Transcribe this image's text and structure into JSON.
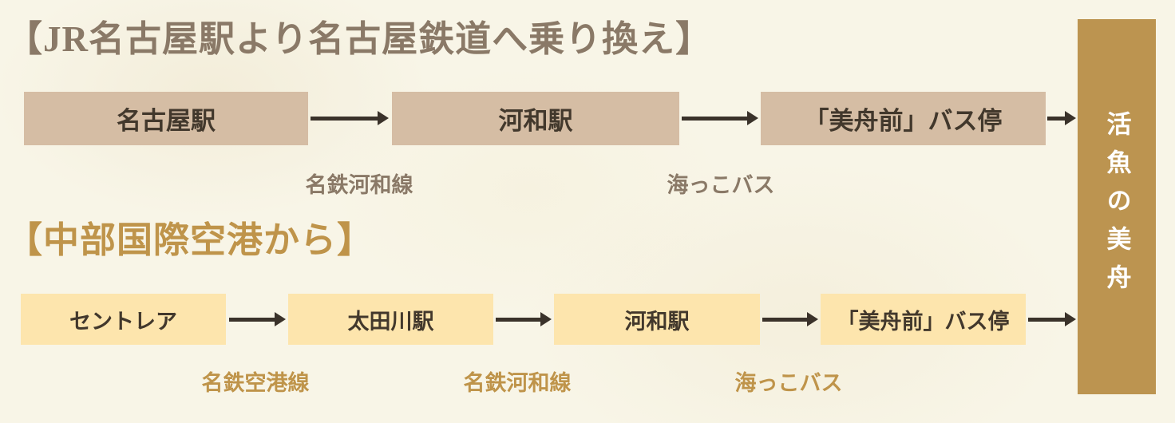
{
  "colors": {
    "background": "#f8f5e7",
    "route1_heading": "#8a7967",
    "route1_box_bg": "#d5bda4",
    "route2_heading": "#bf944a",
    "route2_box_bg": "#fde5ad",
    "box_text": "#42382c",
    "arrow": "#3a322a",
    "destination_bg": "#bc9450",
    "destination_text": "#ffffff"
  },
  "destination": {
    "label": "活魚の美舟"
  },
  "routes": [
    {
      "heading": "【JR名古屋駅より名古屋鉄道へ乗り換え】",
      "stops": [
        "名古屋駅",
        "河和駅",
        "「美舟前」バス停"
      ],
      "links": [
        "名鉄河和線",
        "海っこバス"
      ]
    },
    {
      "heading": "【中部国際空港から】",
      "stops": [
        "セントレア",
        "太田川駅",
        "河和駅",
        "「美舟前」バス停"
      ],
      "links": [
        "名鉄空港線",
        "名鉄河和線",
        "海っこバス"
      ]
    }
  ]
}
